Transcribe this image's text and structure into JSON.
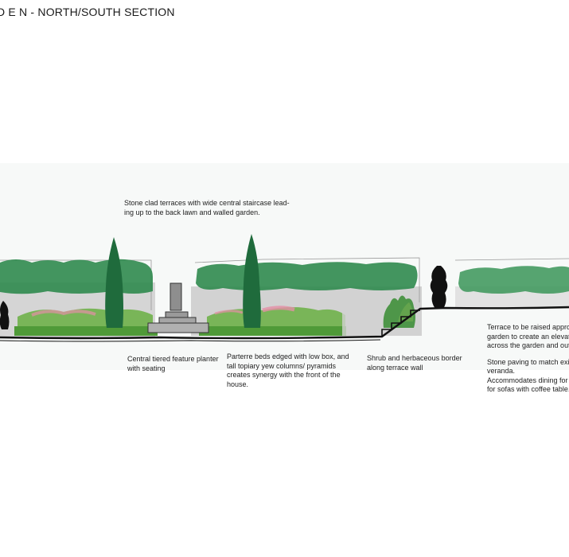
{
  "title": "D E N - NORTH/SOUTH SECTION",
  "annotations": {
    "stone_terraces": [
      "Stone clad terraces with wide central staircase lead-",
      "ing up to the back lawn and walled garden."
    ],
    "central_planter": [
      "Central tiered feature planter",
      "with seating"
    ],
    "parterre": [
      "Parterre beds edged with low box, and",
      "tall topiary yew columns/ pyramids",
      "creates synergy with the front of the",
      "house."
    ],
    "shrub_border": [
      "Shrub and herbaceous border",
      "along terrace wall"
    ],
    "terrace_raised": [
      "Terrace to be raised appro",
      "garden to create an elevate",
      "across the garden and out t"
    ],
    "stone_paving": [
      "Stone paving to match exis",
      "veranda.",
      "Accommodates  dining for",
      "for sofas with coffee table."
    ]
  },
  "colors": {
    "hedge": "#2f8a4e",
    "yew": "#1f6b3c",
    "wall": "#c9c9c9",
    "flower": "#e58fa6",
    "lawn": "#6fb14a",
    "ink": "#111111"
  }
}
